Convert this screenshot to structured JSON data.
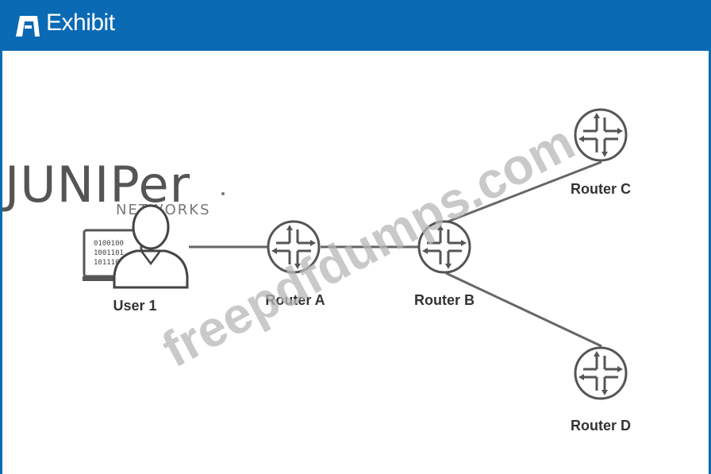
{
  "header": {
    "title": "Exhibit"
  },
  "logo": {
    "wordmark": "JUNIPer",
    "sub": "NETWORKS"
  },
  "watermark": "freepdfdumps.com",
  "nodes": {
    "user": {
      "label": "User 1",
      "screen_bits": [
        "0100100",
        "1001101",
        "1011100"
      ]
    },
    "router_a": {
      "label": "Router A"
    },
    "router_b": {
      "label": "Router B"
    },
    "router_c": {
      "label": "Router C"
    },
    "router_d": {
      "label": "Router D"
    }
  }
}
